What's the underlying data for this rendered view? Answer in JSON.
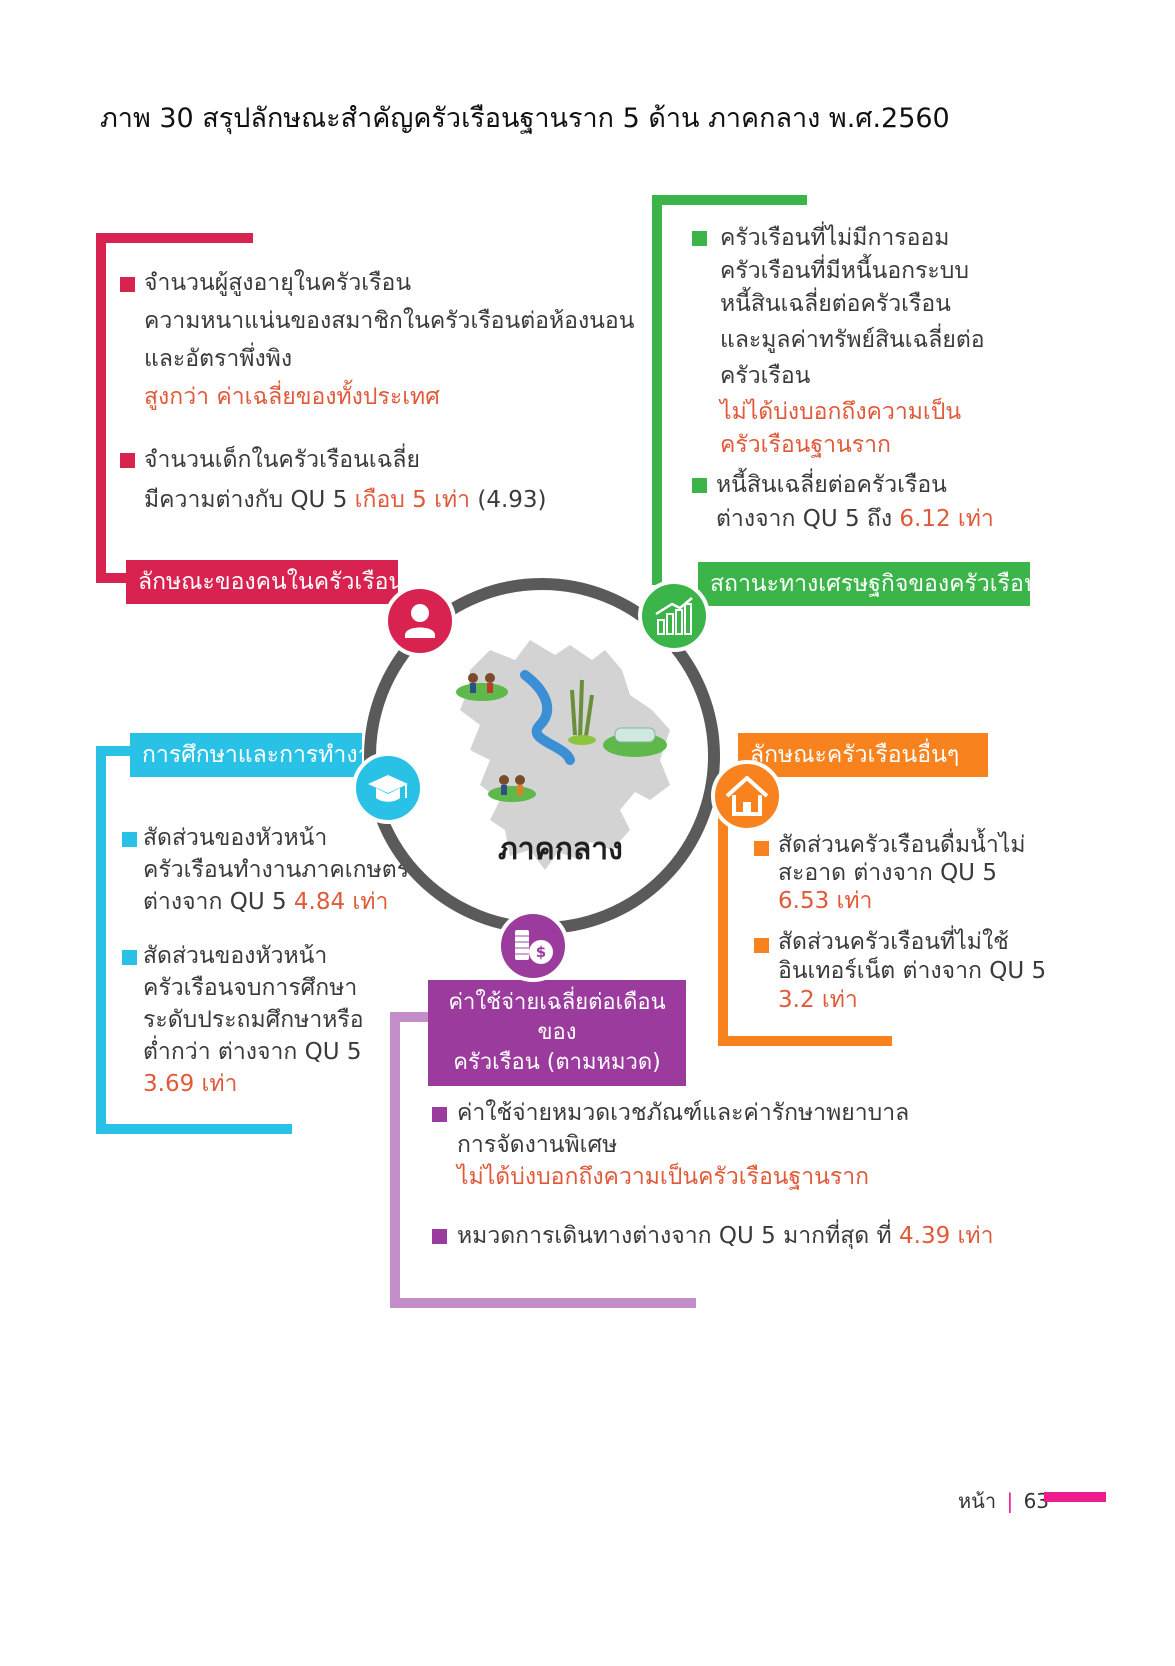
{
  "title": "ภาพ 30 สรุปลักษณะสำคัญครัวเรือนฐานราก 5 ด้าน ภาคกลาง พ.ศ.2560",
  "colors": {
    "people": "#d8224f",
    "economic": "#3bb54a",
    "education": "#29c1e6",
    "other": "#f7821e",
    "expense": "#9b3b9e",
    "expense_light": "#c48fc9",
    "highlight": "#e05a3a",
    "ring": "#5a5a5a",
    "footer_bar": "#ec1d8f"
  },
  "center": {
    "label": "ภาคกลาง"
  },
  "sections": {
    "people": {
      "label": "ลักษณะของคนในครัวเรือน",
      "icon": "person-icon",
      "items": [
        {
          "lines": [
            "จำนวนผู้สูงอายุในครัวเรือน",
            "ความหนาแน่นของสมาชิกในครัวเรือนต่อห้องนอน",
            "และอัตราพึ่งพิง"
          ],
          "highlight": "สูงกว่า ค่าเฉลี่ยของทั้งประเทศ"
        },
        {
          "line1": "จำนวนเด็กในครัวเรือนเฉลี่ย",
          "line2_prefix": "มีความต่างกับ QU 5 ",
          "line2_highlight": "เกือบ 5 เท่า",
          "line2_suffix": " (4.93)"
        }
      ]
    },
    "economic": {
      "label": "สถานะทางเศรษฐกิจของครัวเรือน",
      "icon": "bar-chart-icon",
      "items": [
        {
          "lines": [
            "ครัวเรือนที่ไม่มีการออม",
            "ครัวเรือนที่มีหนี้นอกระบบ",
            "หนี้สินเฉลี่ยต่อครัวเรือน",
            "และมูลค่าทรัพย์สินเฉลี่ยต่อ",
            "ครัวเรือน"
          ],
          "highlight_lines": [
            "ไม่ได้บ่งบอกถึงความเป็น",
            "ครัวเรือนฐานราก"
          ]
        },
        {
          "line1": "หนี้สินเฉลี่ยต่อครัวเรือน",
          "line2_prefix": "ต่างจาก QU 5 ถึง ",
          "line2_highlight": "6.12 เท่า"
        }
      ]
    },
    "education": {
      "label": "การศึกษาและการทำงาน",
      "icon": "graduation-cap-icon",
      "items": [
        {
          "lines": [
            "สัดส่วนของหัวหน้า",
            "ครัวเรือนทำงานภาคเกษตร"
          ],
          "last_prefix": "ต่างจาก QU 5 ",
          "last_highlight": "4.84 เท่า"
        },
        {
          "lines": [
            "สัดส่วนของหัวหน้า",
            "ครัวเรือนจบการศึกษา",
            "ระดับประถมศึกษาหรือ",
            "ต่ำกว่า ต่างจาก QU 5"
          ],
          "highlight": "3.69 เท่า"
        }
      ]
    },
    "other": {
      "label": "ลักษณะครัวเรือนอื่นๆ",
      "icon": "house-icon",
      "items": [
        {
          "lines": [
            "สัดส่วนครัวเรือนดื่มน้ำไม่",
            "สะอาด ต่างจาก QU 5"
          ],
          "highlight": "6.53 เท่า"
        },
        {
          "lines": [
            "สัดส่วนครัวเรือนที่ไม่ใช้",
            "อินเทอร์เน็ต ต่างจาก QU 5"
          ],
          "highlight": "3.2 เท่า"
        }
      ]
    },
    "expense": {
      "label_line1": "ค่าใช้จ่ายเฉลี่ยต่อเดือนของ",
      "label_line2": "ครัวเรือน (ตามหมวด)",
      "icon": "money-coins-icon",
      "items": [
        {
          "lines": [
            "ค่าใช้จ่ายหมวดเวชภัณฑ์และค่ารักษาพยาบาล",
            "การจัดงานพิเศษ"
          ],
          "highlight": "ไม่ได้บ่งบอกถึงความเป็นครัวเรือนฐานราก"
        },
        {
          "prefix": "หมวดการเดินทางต่างจาก QU 5 มากที่สุด ที่ ",
          "highlight": "4.39 เท่า"
        }
      ]
    }
  },
  "footer": {
    "label": "หน้า",
    "separator": "|",
    "page_number": "63"
  }
}
